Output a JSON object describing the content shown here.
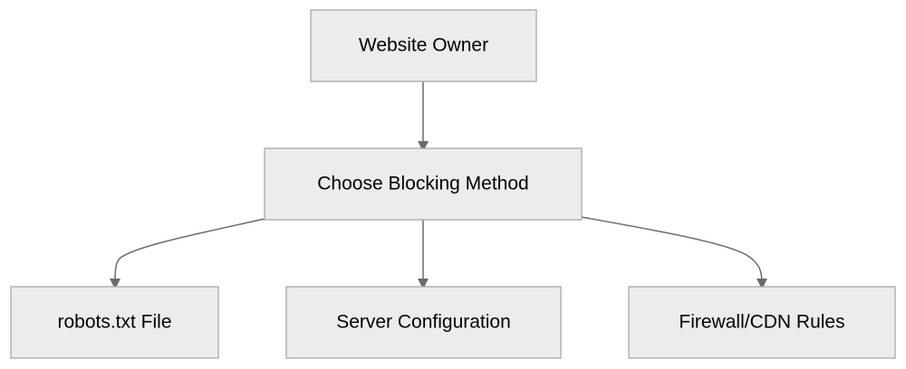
{
  "diagram": {
    "colors": {
      "node_fill": "#ececec",
      "node_stroke": "#a8a8a8",
      "edge_stroke": "#6b6b6b",
      "text": "#000000"
    },
    "nodes": {
      "owner": "Website Owner",
      "method": "Choose Blocking Method",
      "robots": "robots.txt File",
      "server": "Server Configuration",
      "firewall": "Firewall/CDN Rules"
    },
    "edges": [
      {
        "from": "owner",
        "to": "method"
      },
      {
        "from": "method",
        "to": "robots"
      },
      {
        "from": "method",
        "to": "server"
      },
      {
        "from": "method",
        "to": "firewall"
      }
    ]
  }
}
